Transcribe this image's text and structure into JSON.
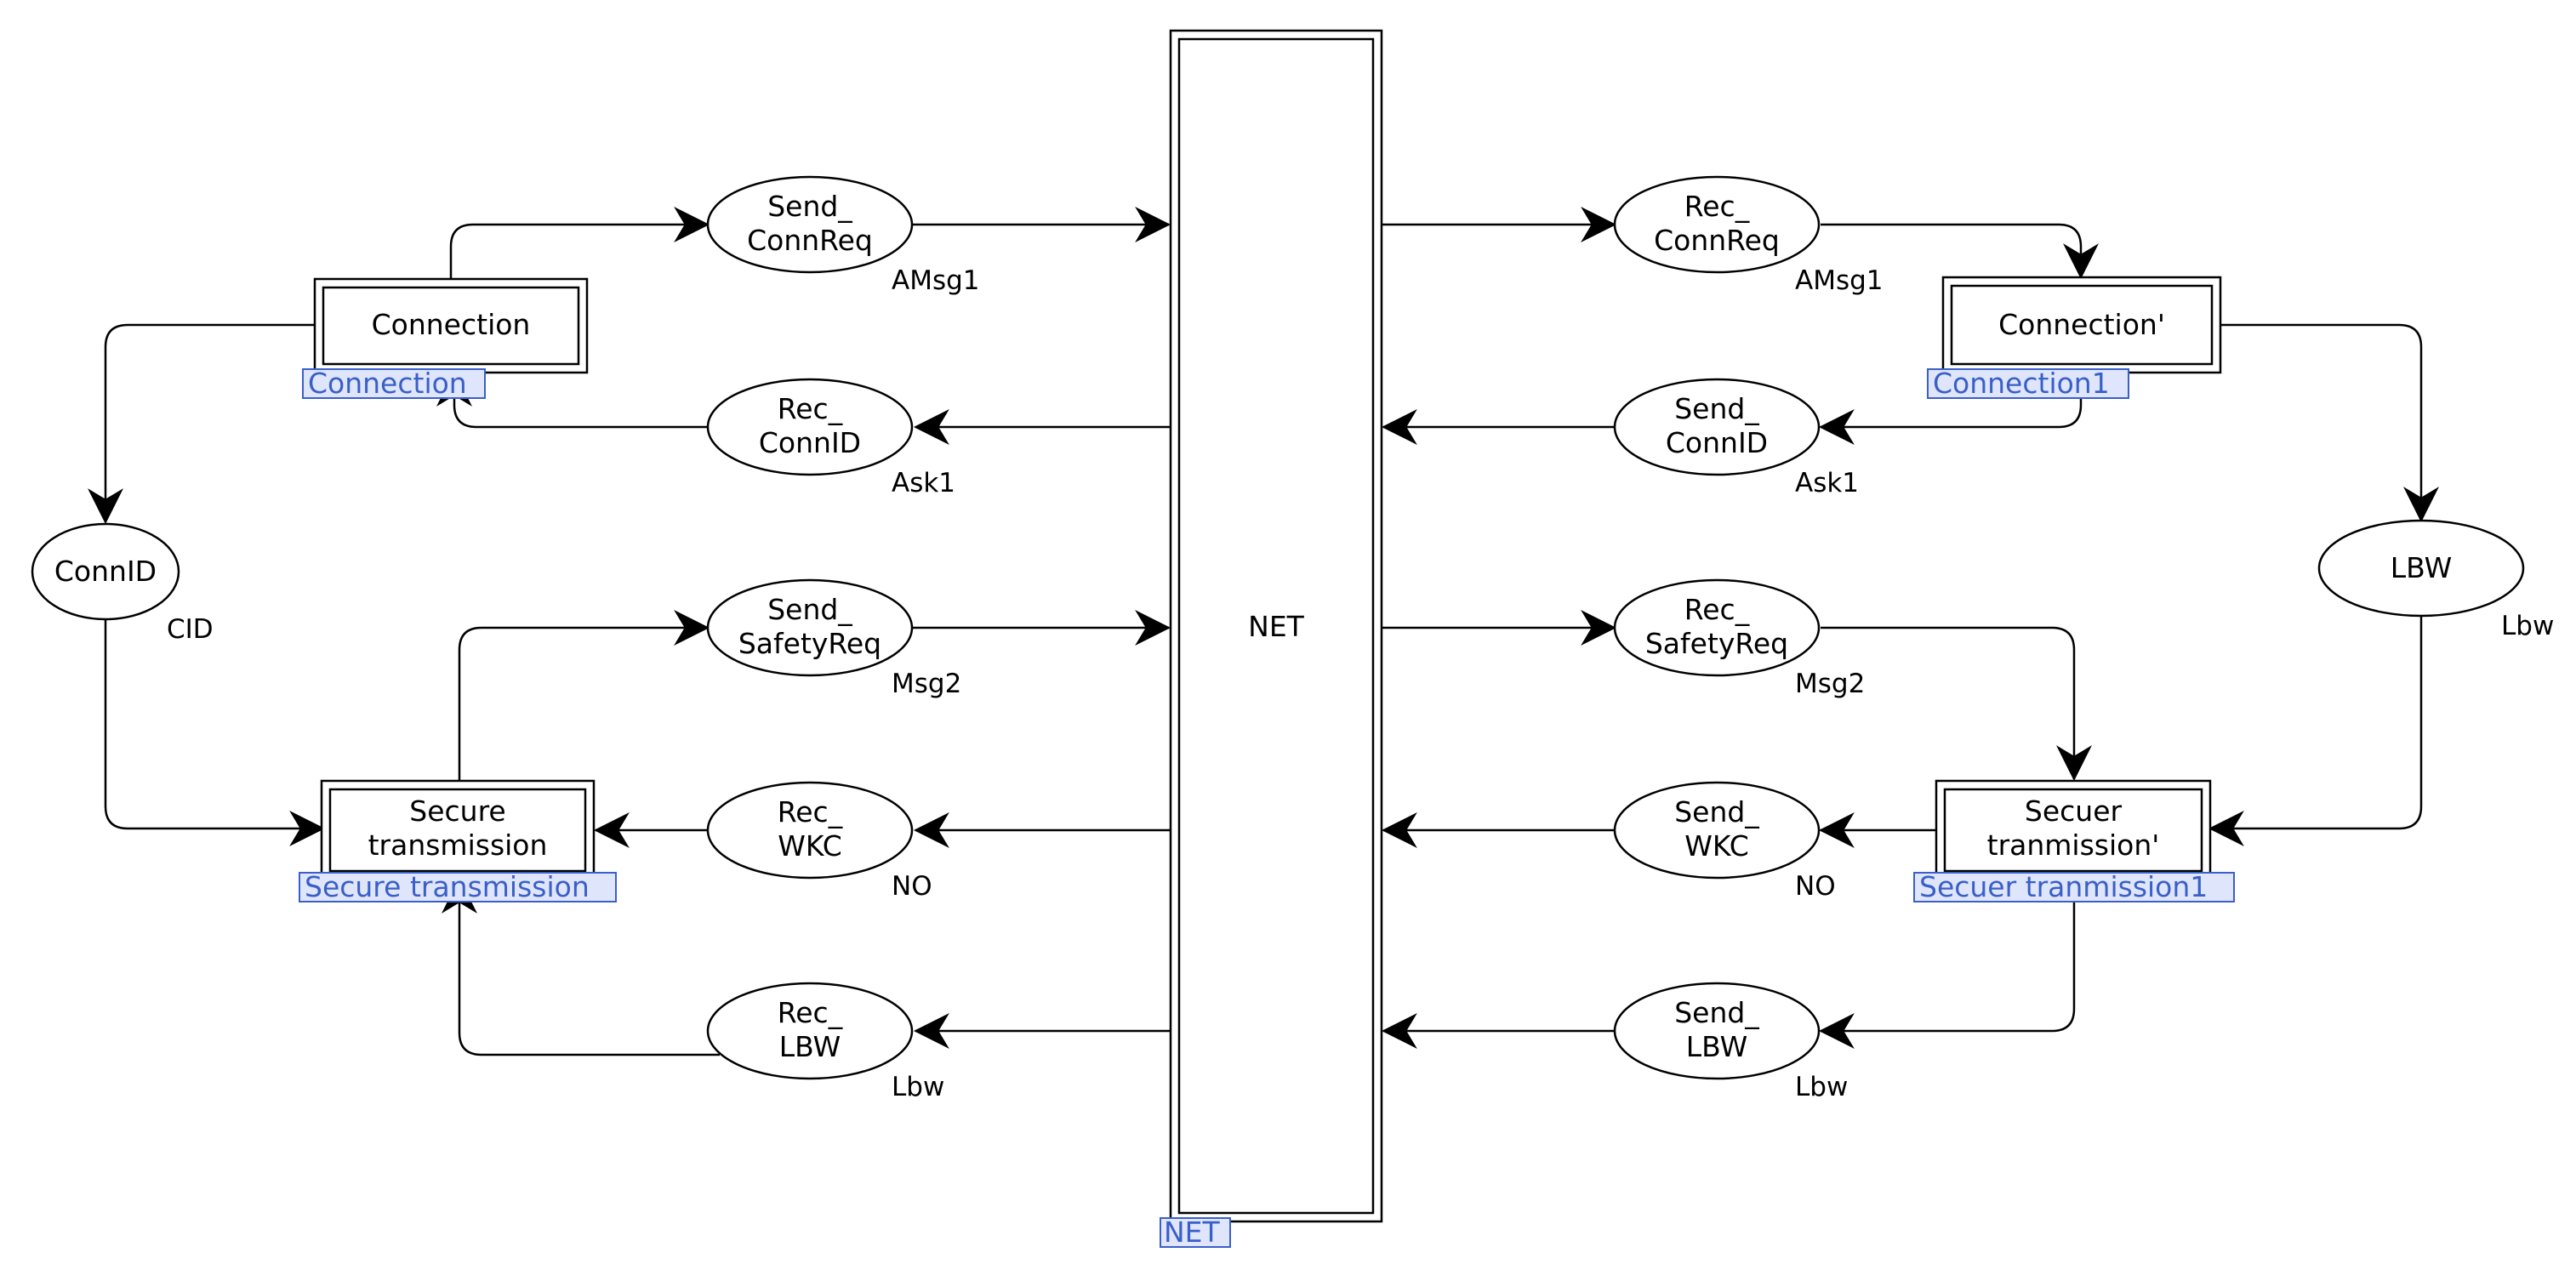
{
  "colors": {
    "stroke": "#000000",
    "tag_fill": "#dfe6fb",
    "tag_stroke": "#3a5fc8",
    "tag_text": "#3a5fc8",
    "background": "#ffffff"
  },
  "net": {
    "label": "NET",
    "tag": "NET"
  },
  "transitions": {
    "connection": {
      "label": "Connection",
      "tag": "Connection"
    },
    "connection_prime": {
      "label": "Connection'",
      "tag": "Connection1"
    },
    "secure_left": {
      "label_line1": "Secure",
      "label_line2": "transmission",
      "tag": "Secure transmission"
    },
    "secure_right": {
      "label_line1": "Secuer",
      "label_line2": "tranmission'",
      "tag": "Secuer tranmission1"
    }
  },
  "places": {
    "send_connreq": {
      "line1": "Send_",
      "line2": "ConnReq",
      "type": "AMsg1"
    },
    "rec_connid": {
      "line1": "Rec_",
      "line2": "ConnID",
      "type": "Ask1"
    },
    "send_safetyreq": {
      "line1": "Send_",
      "line2": "SafetyReq",
      "type": "Msg2"
    },
    "rec_wkc": {
      "line1": "Rec_",
      "line2": "WKC",
      "type": "NO"
    },
    "rec_lbw": {
      "line1": "Rec_",
      "line2": "LBW",
      "type": "Lbw"
    },
    "rec_connreq": {
      "line1": "Rec_",
      "line2": "ConnReq",
      "type": "AMsg1"
    },
    "send_connid": {
      "line1": "Send_",
      "line2": "ConnID",
      "type": "Ask1"
    },
    "rec_safetyreq": {
      "line1": "Rec_",
      "line2": "SafetyReq",
      "type": "Msg2"
    },
    "send_wkc": {
      "line1": "Send_",
      "line2": "WKC",
      "type": "NO"
    },
    "send_lbw": {
      "line1": "Send_",
      "line2": "LBW",
      "type": "Lbw"
    },
    "connid": {
      "label": "ConnID",
      "type": "CID"
    },
    "lbw": {
      "label": "LBW",
      "type": "Lbw"
    }
  }
}
